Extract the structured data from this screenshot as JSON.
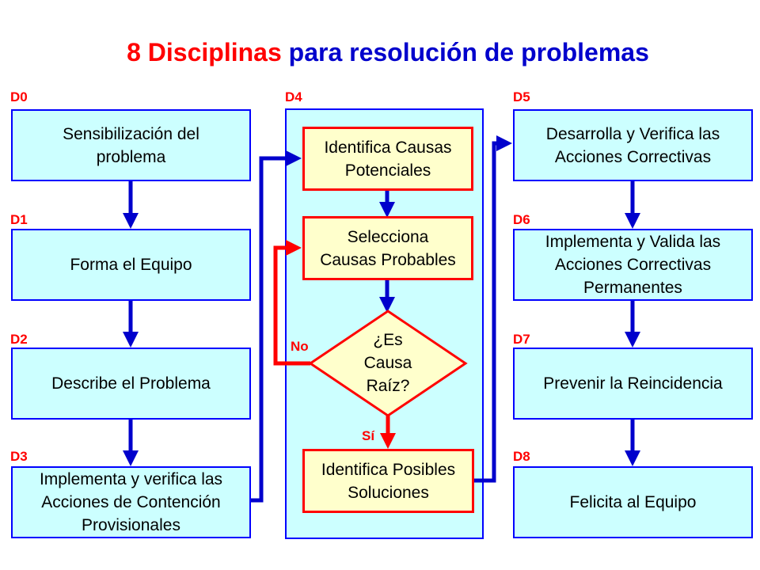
{
  "title": {
    "part1": "8 Disciplinas",
    "part2": " para resolución de problemas"
  },
  "labels": [
    "D0",
    "D1",
    "D2",
    "D3",
    "D4",
    "D5",
    "D6",
    "D7",
    "D8"
  ],
  "left_steps": [
    "Sensibilización del\nproblema",
    "Forma el Equipo",
    "Describe el Problema",
    "Implementa y verifica  las\nAcciones de Contención\nProvisionales"
  ],
  "d4_steps": {
    "step1": "Identifica Causas\nPotenciales",
    "step2": "Selecciona\nCausas Probables",
    "decision": "¿Es\nCausa\nRaíz?",
    "no_label": "No",
    "yes_label": "Sí",
    "step3": "Identifica Posibles\nSoluciones"
  },
  "right_steps": [
    "Desarrolla y Verifica las\nAcciones Correctivas",
    "Implementa y Valida las\nAcciones Correctivas\nPermanentes",
    "Prevenir la Reincidencia",
    "Felicita al Equipo"
  ],
  "colors": {
    "box_fill": "#ccffff",
    "box_border": "#0000ff",
    "inner_fill": "#ffffcc",
    "inner_border": "#ff0000",
    "arrow_blue": "#0000cc",
    "arrow_red": "#ff0000"
  }
}
